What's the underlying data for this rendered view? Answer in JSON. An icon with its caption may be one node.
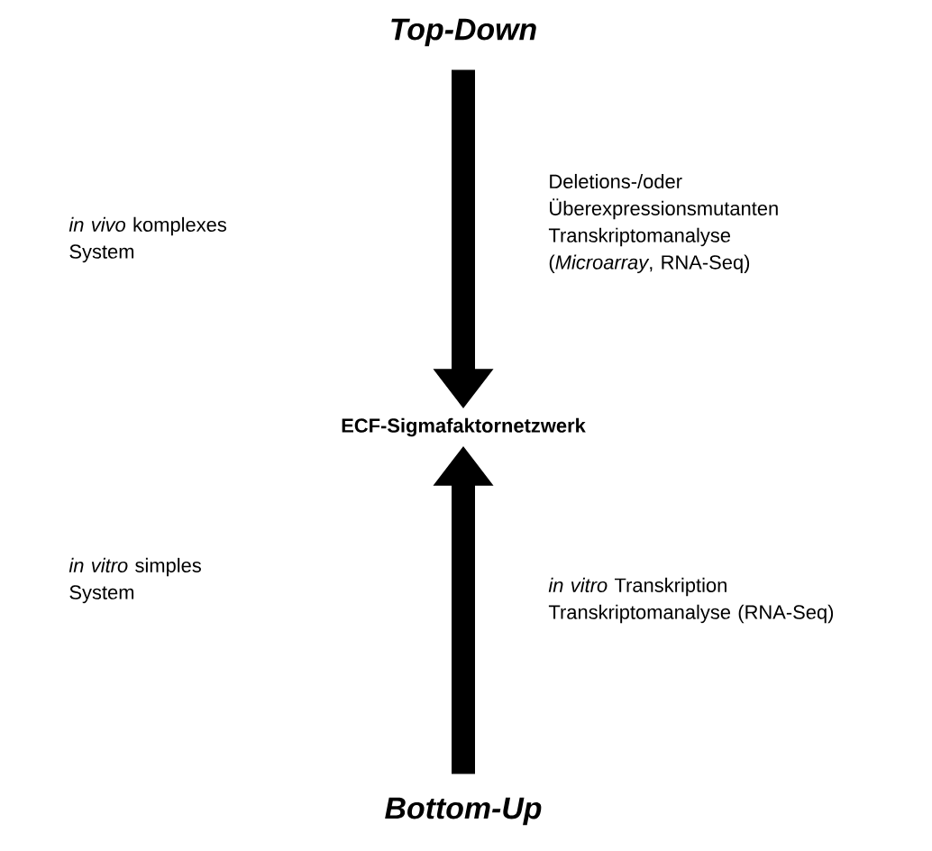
{
  "diagram": {
    "nodes": [
      {
        "text": [
          "Top-Down"
        ]
      },
      {
        "text": [
          "ECF-Sigmafaktornetzwerk"
        ]
      },
      {
        "text": [
          "Bottom-Up"
        ]
      }
    ],
    "edges": [
      {
        "from": 0,
        "to": 1,
        "arrow": "to"
      },
      {
        "from": 2,
        "to": 1,
        "arrow": "to"
      }
    ],
    "labels": [
      "*in vivo* komplexes System",
      "Deletions-/oder Überexpressionsmutanten Transkriptomanalyse (*Microarray*, RNA-Seq)",
      "*in vitro* simples System",
      "*in vitro* Transkription Transkriptomanalyse (RNA-Seq)"
    ]
  }
}
